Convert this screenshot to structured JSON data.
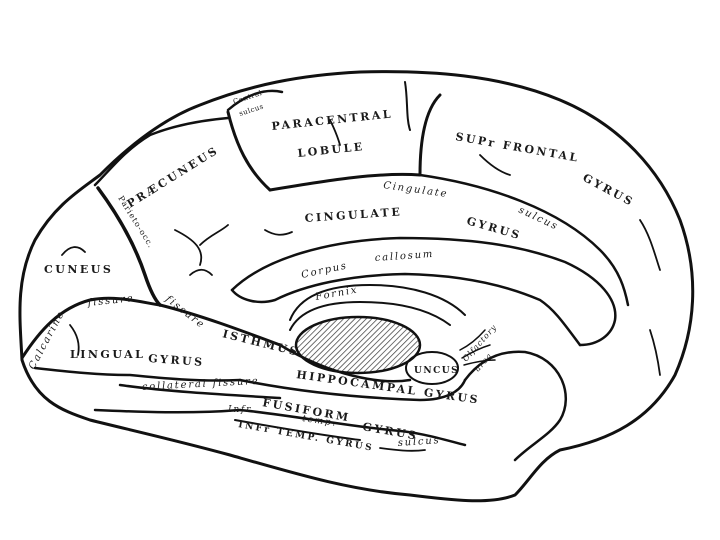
{
  "labels": {
    "central_sulcus_1": "Central",
    "central_sulcus_2": "sulcus",
    "paracentral": "PARACENTRAL",
    "lobule": "LOBULE",
    "sup_frontal": "SUPr FRONTAL",
    "gyrus_frontal": "GYRUS",
    "praecuneus": "PRÆCUNEUS",
    "cingulate_sulcus_1": "Cingulate",
    "cingulate_sulcus_2": "sulcus",
    "cingulate_gyrus": "CINGULATE",
    "cingulate_gyrus_2": "GYRUS",
    "parieto_occ": "Parieto-occ.",
    "cuneus": "CUNEUS",
    "corpus": "Corpus",
    "callosum": "callosum",
    "fornix": "Fornix",
    "calcarine": "Calcarine",
    "fissure_calc": "fissure",
    "fissure_isthmus": "fissure",
    "isthmus": "ISTHMUS",
    "lingual": "LINGUAL",
    "gyrus_lingual": "GYRUS",
    "uncus": "UNCUS",
    "olfactory_1": "Olfactory",
    "olfactory_2": "area",
    "collateral": "collateral fissure",
    "hippocampal": "HIPPOCAMPAL GYRUS",
    "fusiform": "FUSIFORM",
    "infr_1": "Infr",
    "temp_1": "temp.",
    "gyrus_fusiform": "GYRUS",
    "infr_temp": "INFr TEMP. GYRUS",
    "sulcus_temp": "sulcus"
  },
  "colors": {
    "stroke": "#111111",
    "background": "#ffffff",
    "hatch": "#333333"
  }
}
